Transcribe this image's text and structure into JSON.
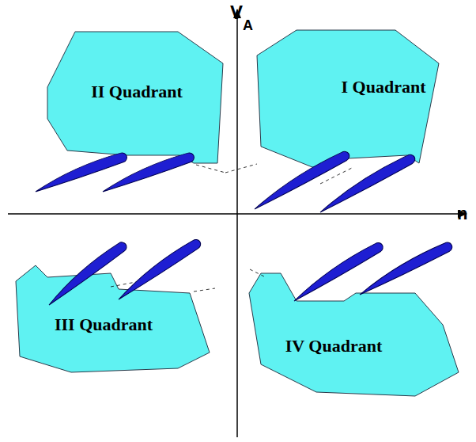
{
  "diagram": {
    "nodes": [
      {
        "text": [
          "II Quadrant"
        ]
      },
      {
        "text": [
          "I Quadrant"
        ]
      },
      {
        "text": [
          "III Quadrant"
        ]
      },
      {
        "text": [
          "IV Quadrant"
        ]
      }
    ],
    "labels": [
      "V",
      "A",
      "n"
    ]
  }
}
